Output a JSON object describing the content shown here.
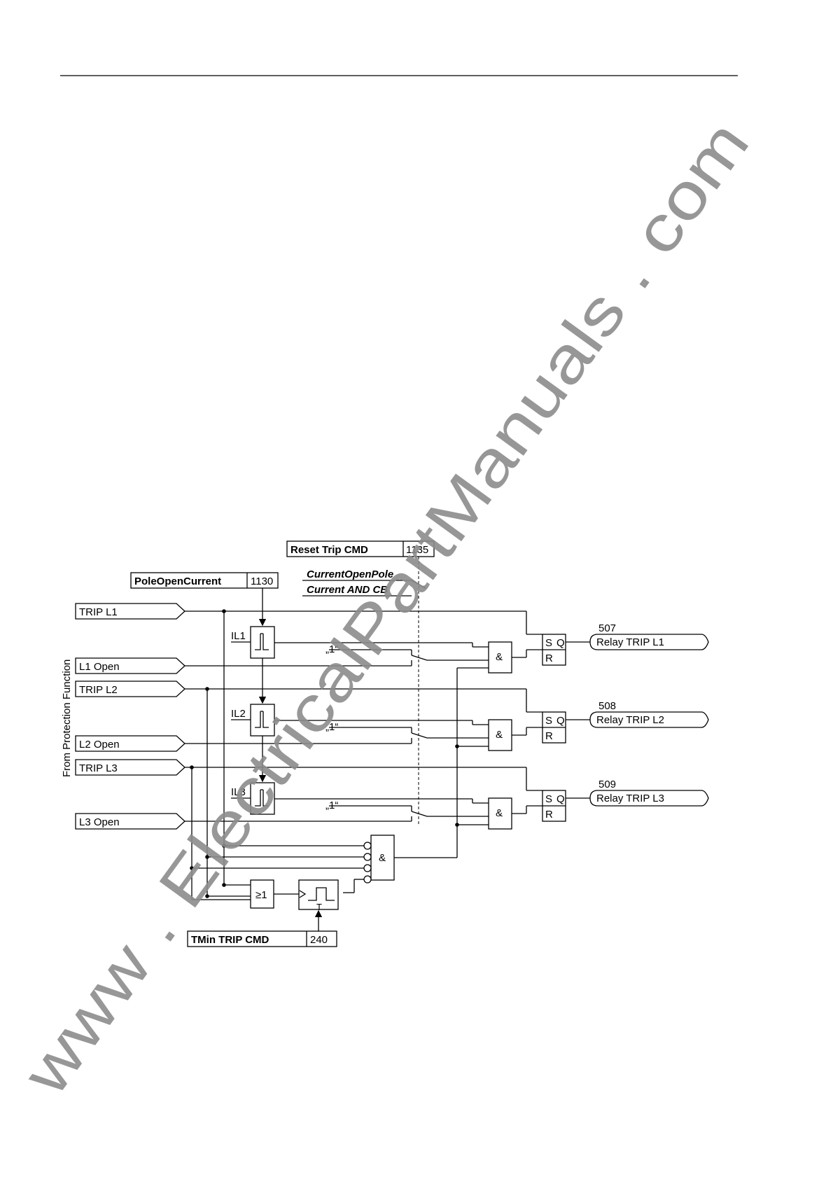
{
  "params": {
    "reset": {
      "label": "Reset Trip CMD",
      "addr": "1135"
    },
    "poleopen": {
      "label": "PoleOpenCurrent",
      "addr": "1130"
    },
    "tmin": {
      "label": "TMin TRIP CMD",
      "addr": "240"
    }
  },
  "settings": {
    "option1": "CurrentOpenPole",
    "option2": "Current AND CB"
  },
  "side_label": "From Protection Function",
  "inputs": {
    "trip_l1": "TRIP L1",
    "l1_open": "L1 Open",
    "trip_l2": "TRIP L2",
    "l2_open": "L2 Open",
    "trip_l3": "TRIP L3",
    "l3_open": "L3 Open"
  },
  "currents": {
    "il1": "IL1",
    "il2": "IL2",
    "il3": "IL3"
  },
  "const_one": "„1“",
  "gates": {
    "and": "&",
    "or": "≥1",
    "timer": "T"
  },
  "flipflop": {
    "s": "S",
    "q": "Q",
    "r": "R"
  },
  "outputs": [
    {
      "num": "507",
      "label": "Relay TRIP L1"
    },
    {
      "num": "508",
      "label": "Relay TRIP L2"
    },
    {
      "num": "509",
      "label": "Relay TRIP L3"
    }
  ],
  "watermark": "www . ElectricalPartManuals . com",
  "colors": {
    "line": "#000000",
    "watermark": "#8c8c8c"
  }
}
